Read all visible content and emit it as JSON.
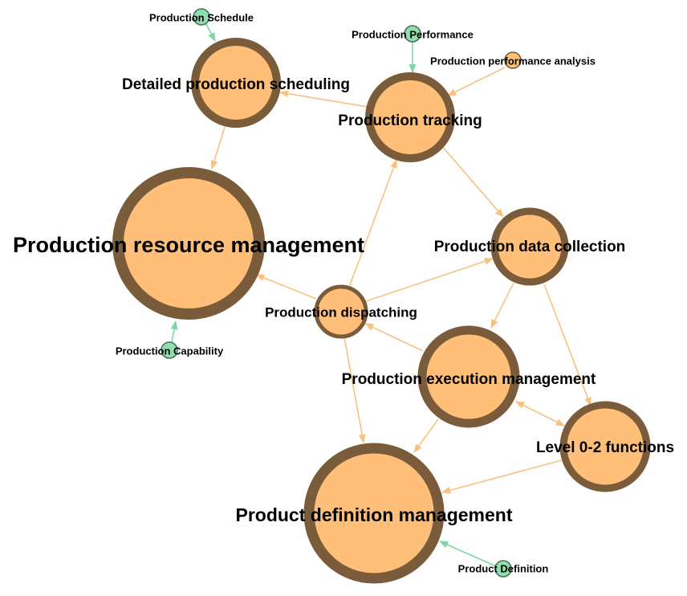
{
  "colors": {
    "node_fill": "#ffbf78",
    "node_border": "#7a5c3b",
    "small_fill": "#ffbf78",
    "small_border": "#6e5a3c",
    "green_fill": "#8fdfae",
    "green_border": "#4c6b55",
    "edge_orange": "#f8c27e",
    "edge_green": "#7fd6a6",
    "background": "#ffffff"
  },
  "nodes": {
    "detailed_scheduling": "Detailed production scheduling",
    "production_tracking": "Production tracking",
    "resource_management": "Production resource management",
    "data_collection": "Production data collection",
    "dispatching": "Production dispatching",
    "execution_management": "Production execution management",
    "level_functions": "Level 0-2 functions",
    "product_definition_mgmt": "Product definition management",
    "performance_analysis": "Production performance analysis",
    "schedule": "Production Schedule",
    "performance": "Production Performance",
    "capability": "Production Capability",
    "product_definition": "Product Definition"
  }
}
